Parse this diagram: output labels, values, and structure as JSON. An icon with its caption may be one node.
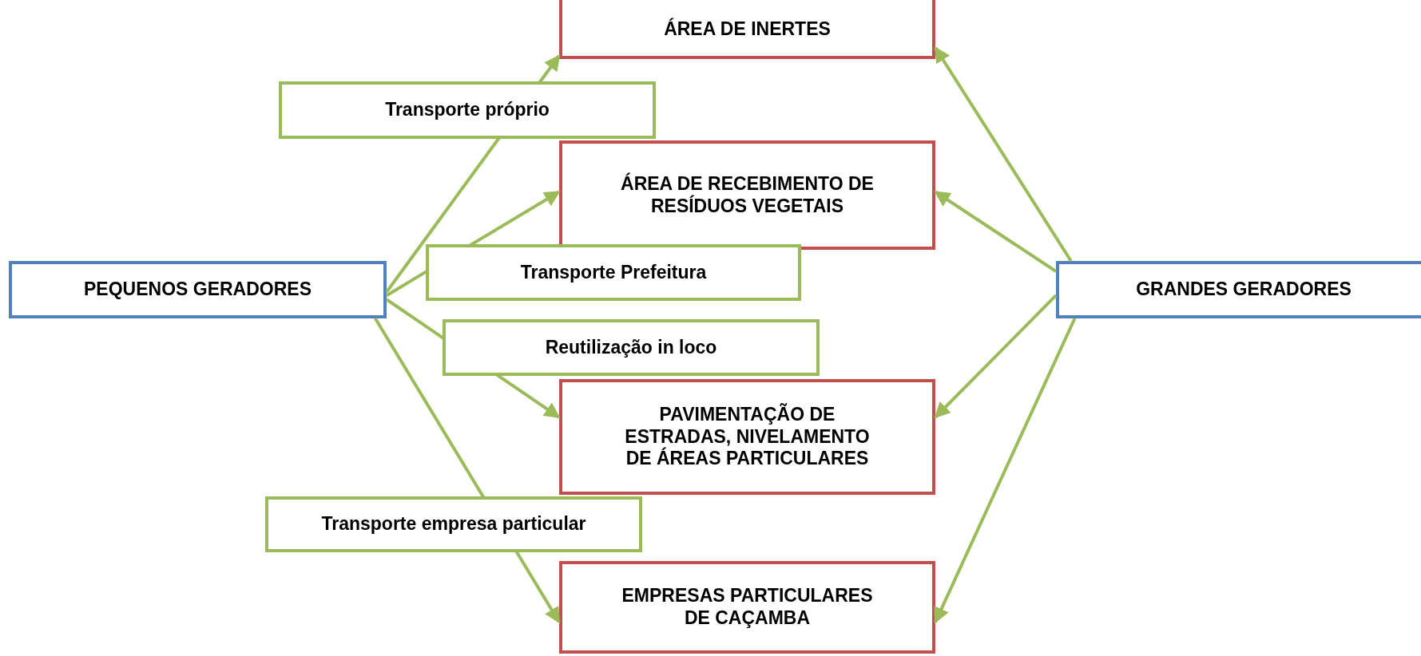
{
  "diagram": {
    "nodes": [
      {
        "text": [
          "PEQUENOS GERADORES"
        ]
      },
      {
        "text": [
          "GRANDES GERADORES"
        ]
      },
      {
        "text": [
          "ÁREA DE INERTES"
        ]
      },
      {
        "text": [
          "ÁREA DE RECEBIMENTO DE RESÍDUOS VEGETAIS"
        ]
      },
      {
        "text": [
          "PAVIMENTAÇÃO DE ESTRADAS, NIVELAMENTO DE ÁREAS PARTICULARES"
        ]
      },
      {
        "text": [
          "EMPRESAS PARTICULARES DE CAÇAMBA"
        ]
      }
    ],
    "edges": [
      {
        "from": 0,
        "to": 2,
        "arrow": "to",
        "label": "Transporte próprio"
      },
      {
        "from": 0,
        "to": 3,
        "arrow": "to",
        "label": "Transporte Prefeitura"
      },
      {
        "from": 0,
        "to": 4,
        "arrow": "to",
        "label": "Reutilização in loco"
      },
      {
        "from": 0,
        "to": 5,
        "arrow": "to",
        "label": "Transporte empresa particular"
      },
      {
        "from": 1,
        "to": 2,
        "arrow": "to"
      },
      {
        "from": 1,
        "to": 3,
        "arrow": "to"
      },
      {
        "from": 1,
        "to": 4,
        "arrow": "to"
      },
      {
        "from": 1,
        "to": 5,
        "arrow": "to"
      }
    ]
  }
}
